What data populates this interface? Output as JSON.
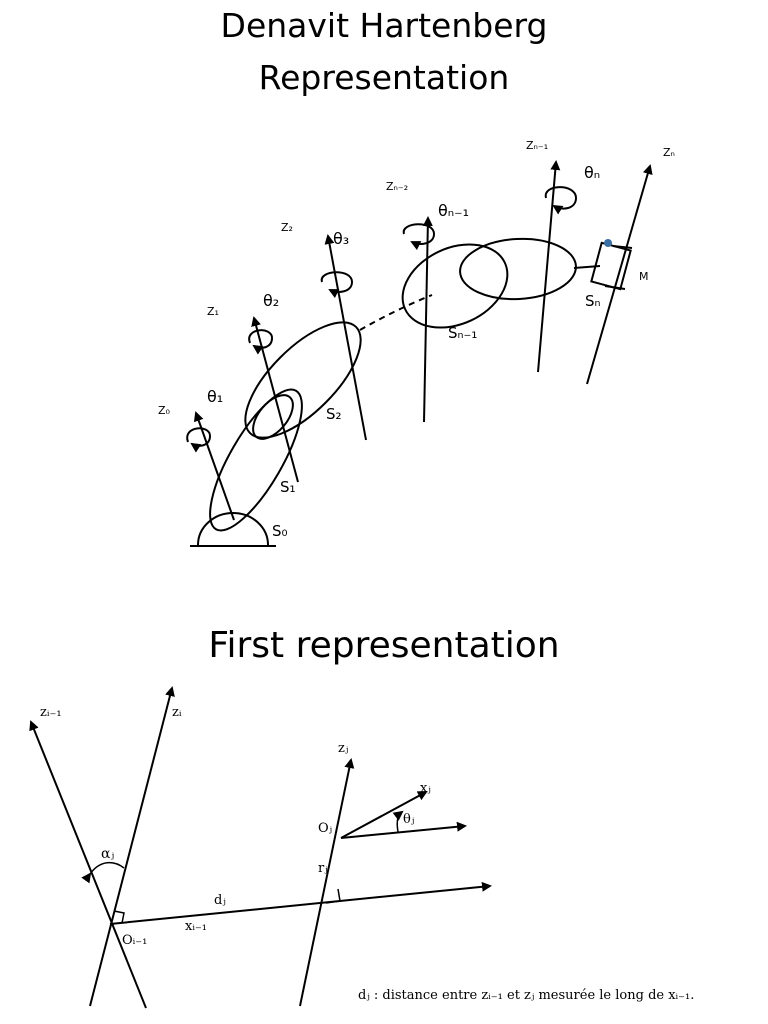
{
  "titles": {
    "main_line1": "Denavit Hartenberg",
    "main_line2": "Representation",
    "second": "First representation"
  },
  "diagram1": {
    "axes": {
      "z0": "Z₀",
      "z1": "Z₁",
      "z2": "Z₂",
      "zn2": "Zₙ₋₂",
      "zn1": "Zₙ₋₁",
      "zn": "Zₙ"
    },
    "thetas": {
      "t1": "θ₁",
      "t2": "θ₂",
      "t3": "θ₃",
      "tn1": "θₙ₋₁",
      "tn": "θₙ"
    },
    "segments": {
      "s0": "S₀",
      "s1": "S₁",
      "s2": "S₂",
      "sn1": "Sₙ₋₁",
      "sn": "Sₙ"
    },
    "end_effector": "M",
    "dot_color": "#3a6ea5"
  },
  "diagram2": {
    "labels": {
      "zi1": "zᵢ₋₁",
      "zi": "zᵢ",
      "zj": "zⱼ",
      "alpha": "αⱼ",
      "oi1": "Oᵢ₋₁",
      "oj": "Oⱼ",
      "dj": "dⱼ",
      "xi1": "xᵢ₋₁",
      "xj": "xⱼ",
      "thetaj": "θⱼ",
      "rj": "rⱼ"
    },
    "caption": "dⱼ : distance entre zᵢ₋₁ et zⱼ mesurée le long de xᵢ₋₁."
  }
}
